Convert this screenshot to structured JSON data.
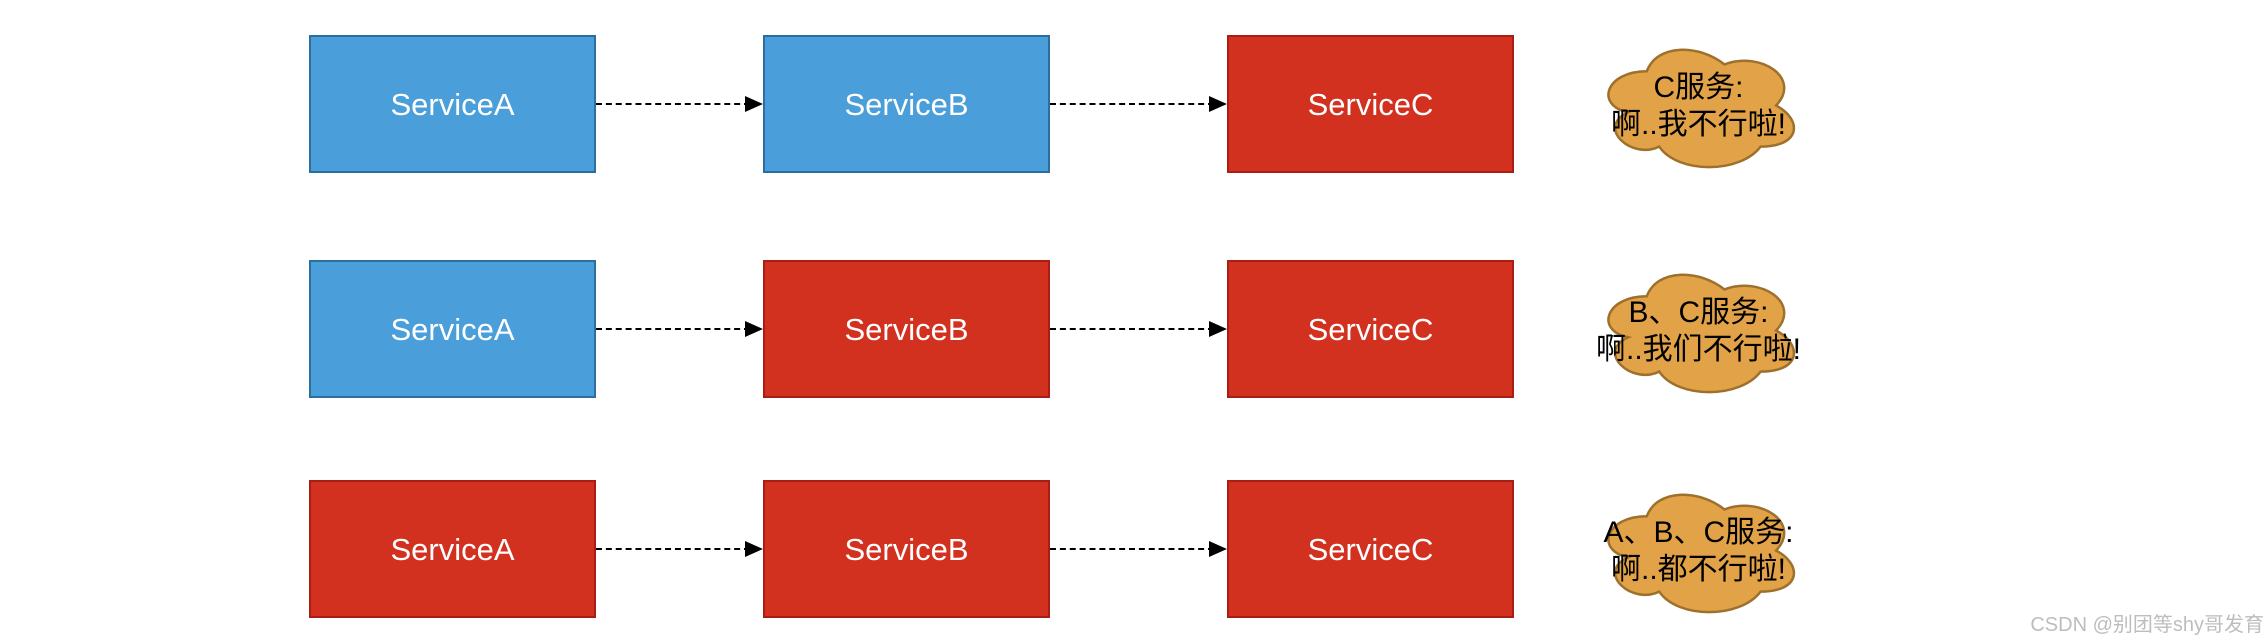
{
  "diagram": {
    "rows": [
      {
        "services": [
          {
            "label": "ServiceA",
            "status": "up"
          },
          {
            "label": "ServiceB",
            "status": "up"
          },
          {
            "label": "ServiceC",
            "status": "down"
          }
        ],
        "callout": {
          "line1": "C服务:",
          "line2": "啊..我不行啦!"
        }
      },
      {
        "services": [
          {
            "label": "ServiceA",
            "status": "up"
          },
          {
            "label": "ServiceB",
            "status": "down"
          },
          {
            "label": "ServiceC",
            "status": "down"
          }
        ],
        "callout": {
          "line1": "B、C服务:",
          "line2": "啊..我们不行啦!"
        }
      },
      {
        "services": [
          {
            "label": "ServiceA",
            "status": "down"
          },
          {
            "label": "ServiceB",
            "status": "down"
          },
          {
            "label": "ServiceC",
            "status": "down"
          }
        ],
        "callout": {
          "line1": "A、B、C服务:",
          "line2": "啊..都不行啦!"
        }
      }
    ],
    "colors": {
      "service_up_fill": "#4A9ED9",
      "service_up_stroke": "#2D6EA0",
      "service_down_fill": "#D23120",
      "service_down_stroke": "#AA1D14",
      "callout_fill": "#E2A248",
      "callout_stroke": "#9D702B",
      "arrow": "#000000",
      "watermark": "#BDBDBD"
    }
  },
  "watermark": "CSDN @别团等shy哥发育"
}
